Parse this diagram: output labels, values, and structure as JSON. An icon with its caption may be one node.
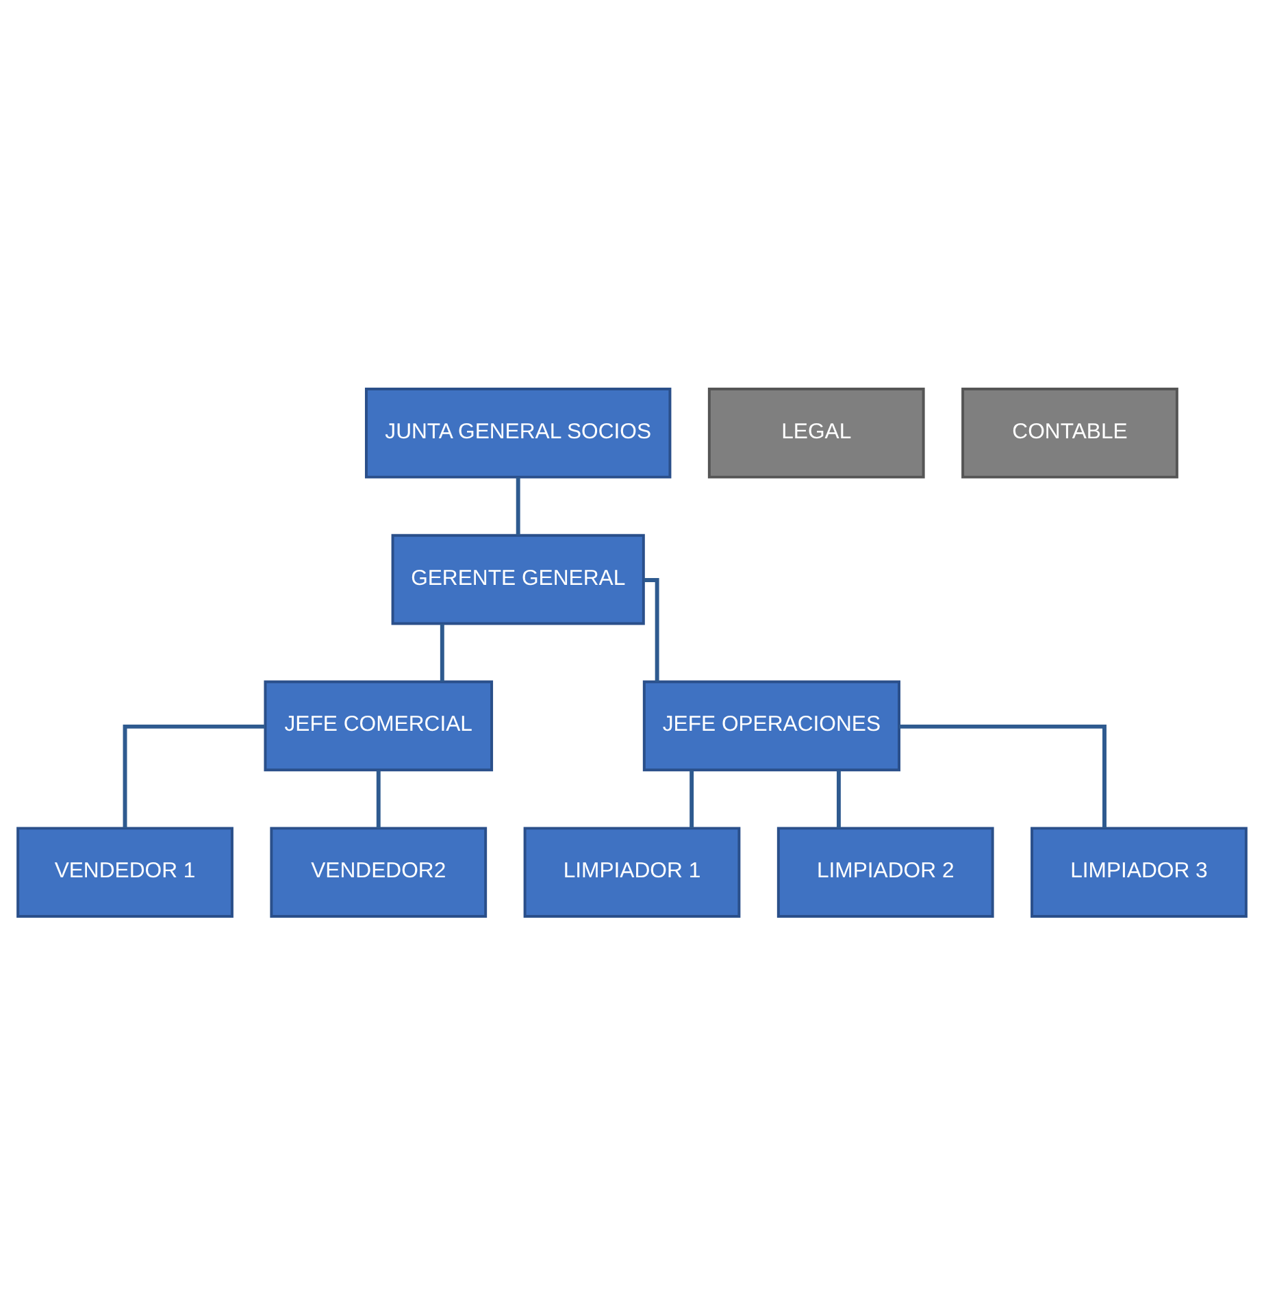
{
  "diagram": {
    "nodes": [
      {
        "text": [
          "JUNTA GENERAL SOCIOS"
        ]
      },
      {
        "text": [
          "LEGAL"
        ]
      },
      {
        "text": [
          "CONTABLE"
        ]
      },
      {
        "text": [
          "GERENTE GENERAL"
        ]
      },
      {
        "text": [
          "JEFE COMERCIAL"
        ]
      },
      {
        "text": [
          "JEFE OPERACIONES"
        ]
      },
      {
        "text": [
          "VENDEDOR 1"
        ]
      },
      {
        "text": [
          "VENDEDOR2"
        ]
      },
      {
        "text": [
          "LIMPIADOR 1"
        ]
      },
      {
        "text": [
          "LIMPIADOR 2"
        ]
      },
      {
        "text": [
          "LIMPIADOR 3"
        ]
      }
    ],
    "edges": [
      {
        "from": 0,
        "to": 3,
        "arrow": "none"
      },
      {
        "from": 3,
        "to": 4,
        "arrow": "none"
      },
      {
        "from": 3,
        "to": 5,
        "arrow": "none"
      },
      {
        "from": 4,
        "to": 6,
        "arrow": "none"
      },
      {
        "from": 4,
        "to": 7,
        "arrow": "none"
      },
      {
        "from": 5,
        "to": 8,
        "arrow": "none"
      },
      {
        "from": 5,
        "to": 9,
        "arrow": "none"
      },
      {
        "from": 5,
        "to": 10,
        "arrow": "none"
      }
    ]
  }
}
